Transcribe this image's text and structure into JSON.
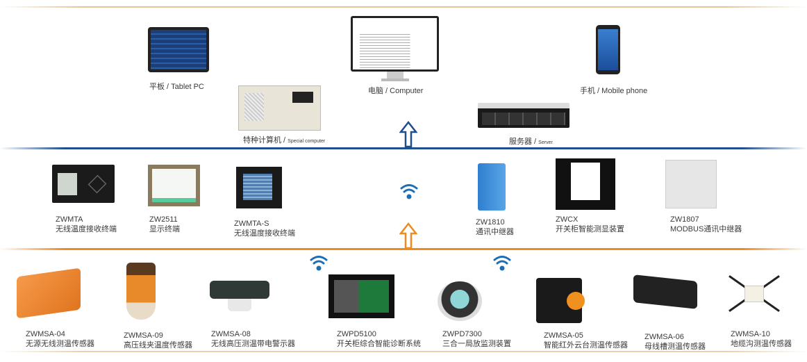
{
  "colors": {
    "top_line": "#e3c79a",
    "blue_line": "#1e4e8c",
    "orange_line": "#ef8a1e",
    "bottom_line": "#e8d1a8",
    "wifi": "#1d6fb5"
  },
  "top_tier": {
    "tablet": "平板 / Tablet PC",
    "computer": "电脑 / Computer",
    "mobile": "手机 / Mobile phone",
    "special_computer": "特种计算机 / ",
    "special_computer_en": "Special computer",
    "server": "服务器 / ",
    "server_en": "Server"
  },
  "middle_tier": [
    {
      "model": "ZWMTA",
      "name": "无线温度接收终端"
    },
    {
      "model": "ZW2511",
      "name": "显示终端"
    },
    {
      "model": "ZWMTA-S",
      "name": "无线温度接收终端"
    },
    {
      "model": "ZW1810",
      "name": "通讯中继器"
    },
    {
      "model": "ZWCX",
      "name": "开关柜智能测显装置"
    },
    {
      "model": "ZW1807",
      "name": "MODBUS通讯中继器"
    }
  ],
  "bottom_tier": [
    {
      "model": "ZWMSA-04",
      "name": "无源无线测温传感器"
    },
    {
      "model": "ZWMSA-09",
      "name": "高压线夹温度传感器"
    },
    {
      "model": "ZWMSA-08",
      "name": "无线高压测温带电警示器"
    },
    {
      "model": "ZWPD5100",
      "name": "开关柜综合智能诊断系统"
    },
    {
      "model": "ZWPD7300",
      "name": "三合一局放监测装置"
    },
    {
      "model": "ZWMSA-05",
      "name": "智能红外云台测温传感器"
    },
    {
      "model": "ZWMSA-06",
      "name": "母线槽测温传感器"
    },
    {
      "model": "ZWMSA-10",
      "name": "地缆沟测温传感器"
    }
  ]
}
